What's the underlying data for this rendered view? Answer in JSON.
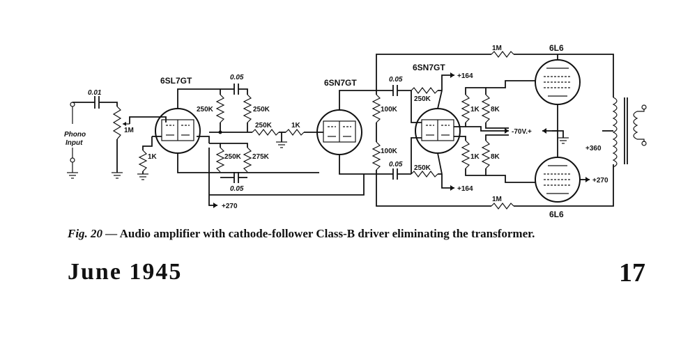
{
  "figure": {
    "caption_number": "Fig. 20 —",
    "caption_text": "Audio amplifier with cathode-follower Class-B driver eliminating the transformer.",
    "tubes": {
      "v1": "6SL7GT",
      "v2": "6SN7GT",
      "v3": "6SN7GT",
      "v4": "6L6",
      "v5": "6L6"
    },
    "input_label_line1": "Phono",
    "input_label_line2": "Input",
    "components": {
      "c_input": "0.01",
      "r_volume": "1M",
      "r_cathode_v1": "1K",
      "c_coupling_top": "0.05",
      "r_plate_v1a": "250K",
      "r_grid_top": "250K",
      "r_mix": "250K",
      "r_grid_stop": "1K",
      "r_plate_v1b": "250K",
      "r_grid_bottom": "275K",
      "c_coupling_bottom": "0.05",
      "r_plate_v2a": "100K",
      "r_plate_v2b": "100K",
      "c_drive_top": "0.05",
      "c_drive_bottom": "0.05",
      "r_grid_v3a": "250K",
      "r_grid_v3b": "250K",
      "r_k_top_1k": "1K",
      "r_k_top_8k": "8K",
      "r_k_bottom_1k": "1K",
      "r_k_bottom_8k": "8K",
      "r_feedback_top": "1M",
      "r_feedback_bottom": "1M"
    },
    "voltages": {
      "b_plus_low": "+270",
      "b_plus_driver_top": "+164",
      "b_plus_driver_bottom": "+164",
      "bias": "-70V.+",
      "b_plus_output": "+360",
      "b_plus_screen": "+270"
    }
  },
  "page": {
    "issue_date": "June 1945",
    "page_number": "17"
  }
}
